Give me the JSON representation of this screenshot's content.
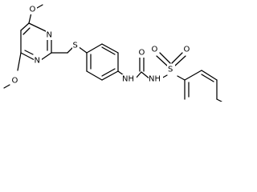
{
  "molecule": {
    "atom_labels": {
      "methoxy_top_o": "O",
      "methoxy_bottom_o": "O",
      "pyrimidine_n_top": "N",
      "pyrimidine_n_bottom": "N",
      "thioether_s": "S",
      "urea_nh_left": "NH",
      "urea_o": "O",
      "urea_nh_right": "NH",
      "sulfonyl_s": "S",
      "sulfonyl_o_left": "O",
      "sulfonyl_o_right": "O"
    },
    "colors": {
      "bond": "#000000",
      "text": "#000000",
      "background": "#ffffff"
    }
  }
}
